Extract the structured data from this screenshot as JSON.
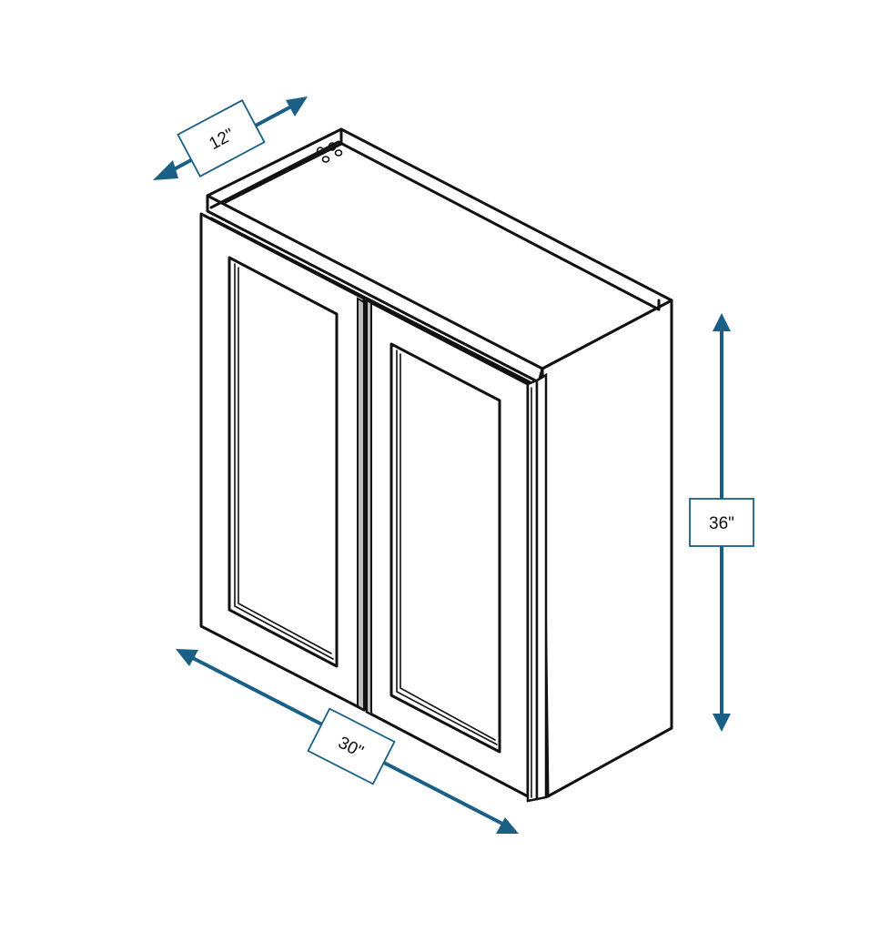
{
  "diagram": {
    "subject": "Double door wall cabinet",
    "colors": {
      "line": "#111111",
      "dimension": "#1a5f85",
      "background": "#ffffff"
    },
    "dimensions": {
      "depth": {
        "label": "12\""
      },
      "height": {
        "label": "36\""
      },
      "width": {
        "label": "30\""
      }
    }
  }
}
